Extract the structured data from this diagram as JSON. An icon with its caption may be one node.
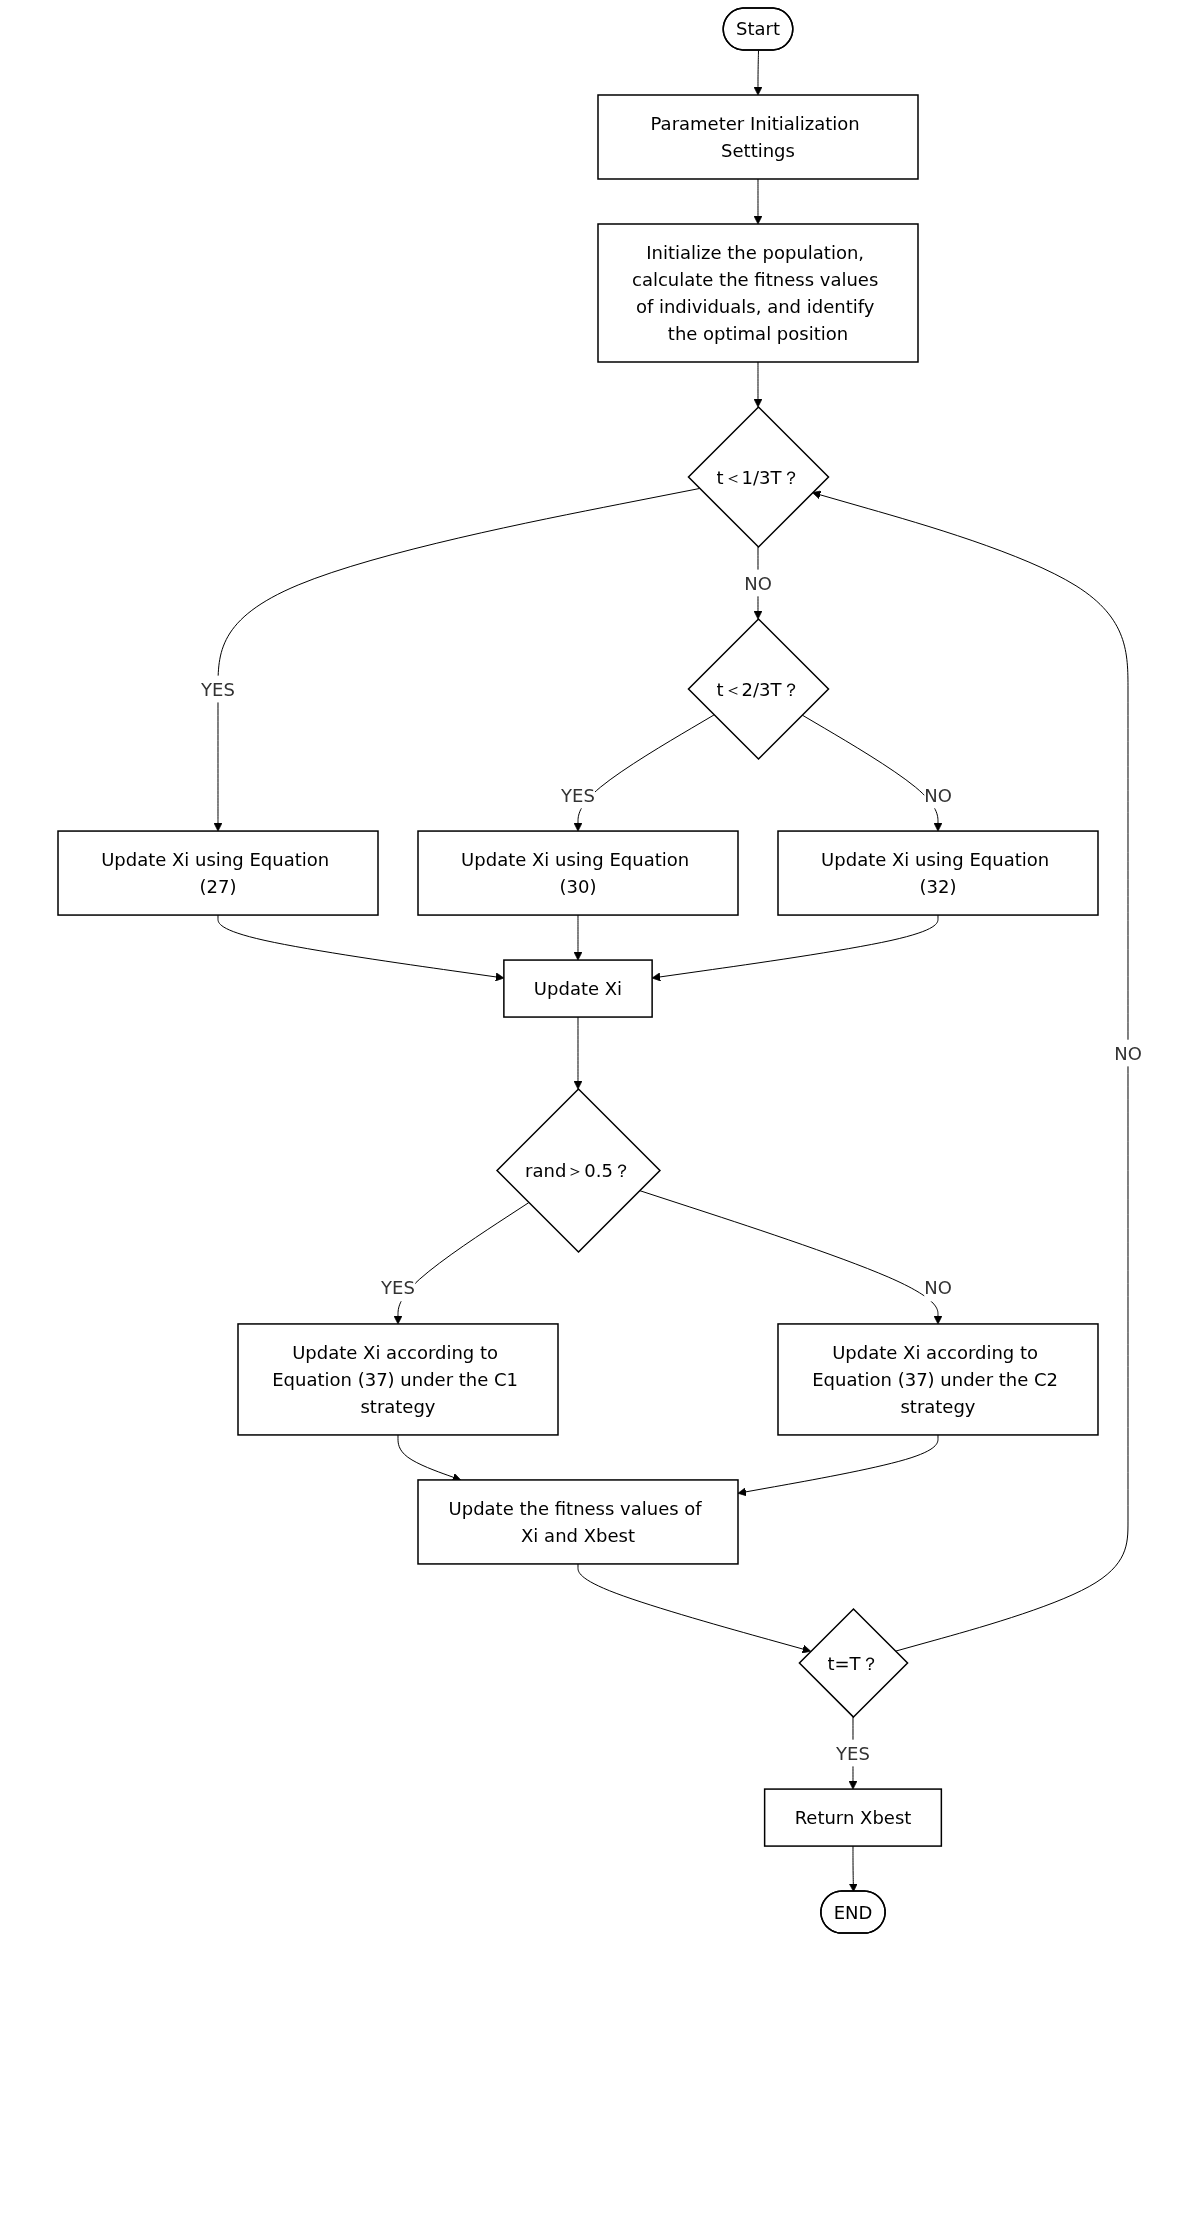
{
  "diagram": {
    "nodes": [
      {
        "text": [
          "Start"
        ]
      },
      {
        "text": [
          "Parameter Initialization Settings"
        ]
      },
      {
        "text": [
          "Initialize the population, calculate the fitness values of individuals, and identify the optimal position"
        ]
      },
      {
        "text": [
          "t＜1/3T？"
        ]
      },
      {
        "text": [
          "t＜2/3T？"
        ]
      },
      {
        "text": [
          "Update Xi using Equation (27)"
        ]
      },
      {
        "text": [
          "Update Xi using Equation (30)"
        ]
      },
      {
        "text": [
          "Update Xi using Equation (32)"
        ]
      },
      {
        "text": [
          "Update Xi"
        ]
      },
      {
        "text": [
          "rand＞0.5？"
        ]
      },
      {
        "text": [
          "Update Xi according to Equation (37) under the C1 strategy"
        ]
      },
      {
        "text": [
          "Update Xi according to Equation (37) under the C2 strategy"
        ]
      },
      {
        "text": [
          "Update the fitness values of Xi and Xbest"
        ]
      },
      {
        "text": [
          "t=T？"
        ]
      },
      {
        "text": [
          "Return Xbest"
        ]
      },
      {
        "text": [
          "END"
        ]
      }
    ],
    "edges": [
      {
        "from": 0,
        "to": 1,
        "arrow": "to"
      },
      {
        "from": 1,
        "to": 2,
        "arrow": "to"
      },
      {
        "from": 2,
        "to": 3,
        "arrow": "to"
      },
      {
        "from": 3,
        "to": 5,
        "arrow": "to",
        "label": "YES"
      },
      {
        "from": 3,
        "to": 4,
        "arrow": "to",
        "label": "NO"
      },
      {
        "from": 4,
        "to": 6,
        "arrow": "to",
        "label": "YES"
      },
      {
        "from": 4,
        "to": 7,
        "arrow": "to",
        "label": "NO"
      },
      {
        "from": 5,
        "to": 8,
        "arrow": "to"
      },
      {
        "from": 6,
        "to": 8,
        "arrow": "to"
      },
      {
        "from": 7,
        "to": 8,
        "arrow": "to"
      },
      {
        "from": 8,
        "to": 9,
        "arrow": "to"
      },
      {
        "from": 9,
        "to": 10,
        "arrow": "to",
        "label": "YES"
      },
      {
        "from": 9,
        "to": 11,
        "arrow": "to",
        "label": "NO"
      },
      {
        "from": 10,
        "to": 12,
        "arrow": "to"
      },
      {
        "from": 11,
        "to": 12,
        "arrow": "to"
      },
      {
        "from": 12,
        "to": 13,
        "arrow": "to"
      },
      {
        "from": 13,
        "to": 3,
        "arrow": "to",
        "label": "NO"
      },
      {
        "from": 13,
        "to": 14,
        "arrow": "to",
        "label": "YES"
      },
      {
        "from": 14,
        "to": 15,
        "arrow": "to"
      }
    ]
  }
}
